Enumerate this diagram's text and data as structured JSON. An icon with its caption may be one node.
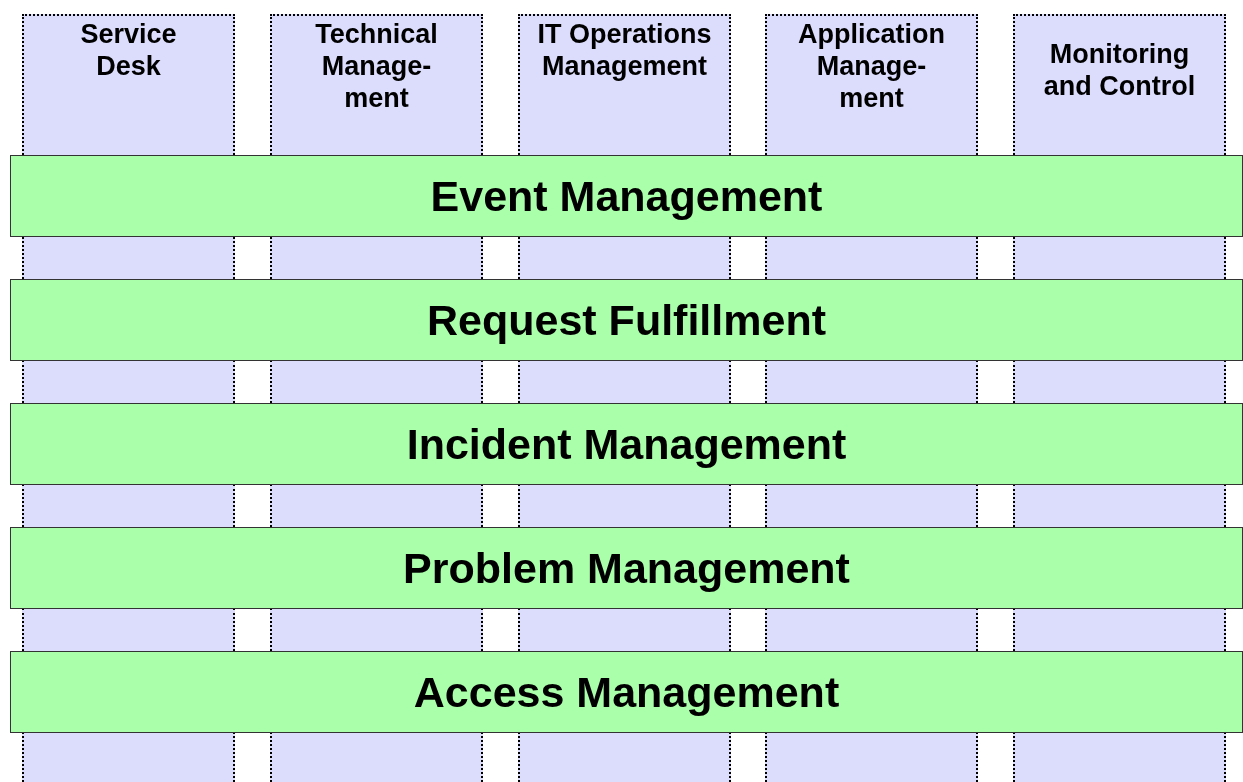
{
  "diagram": {
    "nodes": [
      {
        "text": [
          "Service Desk"
        ]
      },
      {
        "text": [
          "Technical Manage- ment"
        ]
      },
      {
        "text": [
          "IT Operations Management"
        ]
      },
      {
        "text": [
          "Application Manage- ment"
        ]
      },
      {
        "text": [
          "Monitoring and Control"
        ]
      },
      {
        "text": [
          "Event Management"
        ]
      },
      {
        "text": [
          "Request Fulfillment"
        ]
      },
      {
        "text": [
          "Incident Management"
        ]
      },
      {
        "text": [
          "Problem Management"
        ]
      },
      {
        "text": [
          "Access Management"
        ]
      }
    ]
  }
}
